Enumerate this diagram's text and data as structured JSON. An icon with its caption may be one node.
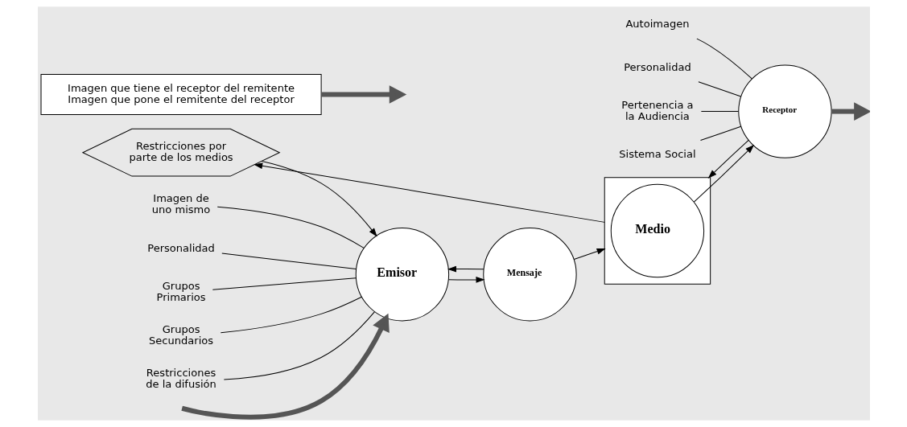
{
  "diagram": {
    "nodes": [
      {
        "text": [
          "Emisor"
        ]
      },
      {
        "text": [
          "Mensaje"
        ]
      },
      {
        "text": [],
        "shape": "box"
      },
      {
        "text": [
          "Medio"
        ],
        "in": 2
      },
      {
        "text": [
          "Receptor"
        ]
      },
      {
        "text": [
          "Imagen de uno mismo"
        ]
      },
      {
        "text": [
          "Personalidad"
        ]
      },
      {
        "text": [
          "Grupos Primarios"
        ]
      },
      {
        "text": [
          "Grupos Secundarios"
        ]
      },
      {
        "text": [
          "Restricciones de la difusión"
        ]
      },
      {
        "text": [
          "Restricciones por parte de los medios"
        ]
      },
      {
        "text": [
          "Autoimagen"
        ]
      },
      {
        "text": [
          "Personalidad"
        ]
      },
      {
        "text": [
          "Pertenencia a la Audiencia"
        ]
      },
      {
        "text": [
          "Sistema Social"
        ]
      },
      {
        "text": [
          "Imagen que tiene el receptor del remitente",
          "Imagen que pone el remitente del receptor"
        ]
      }
    ],
    "edges": [
      {
        "from": 0,
        "to": 1,
        "arrow": "to"
      },
      {
        "from": 1,
        "to": 0,
        "arrow": "to"
      },
      {
        "from": 1,
        "to": 2,
        "arrow": "to"
      },
      {
        "from": 3,
        "to": 4,
        "arrow": "to"
      },
      {
        "from": 4,
        "to": 2,
        "arrow": "to"
      },
      {
        "from": 2,
        "to": 10,
        "arrow": "to"
      },
      {
        "from": 10,
        "to": 0,
        "arrow": "to"
      },
      {
        "from": 5,
        "to": 0,
        "arrow": "none"
      },
      {
        "from": 6,
        "to": 0,
        "arrow": "none"
      },
      {
        "from": 7,
        "to": 0,
        "arrow": "none"
      },
      {
        "from": 8,
        "to": 0,
        "arrow": "none"
      },
      {
        "from": 9,
        "to": 0,
        "arrow": "none"
      },
      {
        "from": 11,
        "to": 4,
        "arrow": "none"
      },
      {
        "from": 12,
        "to": 4,
        "arrow": "none"
      },
      {
        "from": 13,
        "to": 4,
        "arrow": "none"
      },
      {
        "from": 14,
        "to": 4,
        "arrow": "none"
      },
      {
        "from": null,
        "to": 0,
        "arrow": "to",
        "style": "thick"
      },
      {
        "from": 15,
        "to": null,
        "arrow": "to",
        "style": "thick"
      },
      {
        "from": 4,
        "to": null,
        "arrow": "to",
        "style": "thick"
      }
    ]
  }
}
